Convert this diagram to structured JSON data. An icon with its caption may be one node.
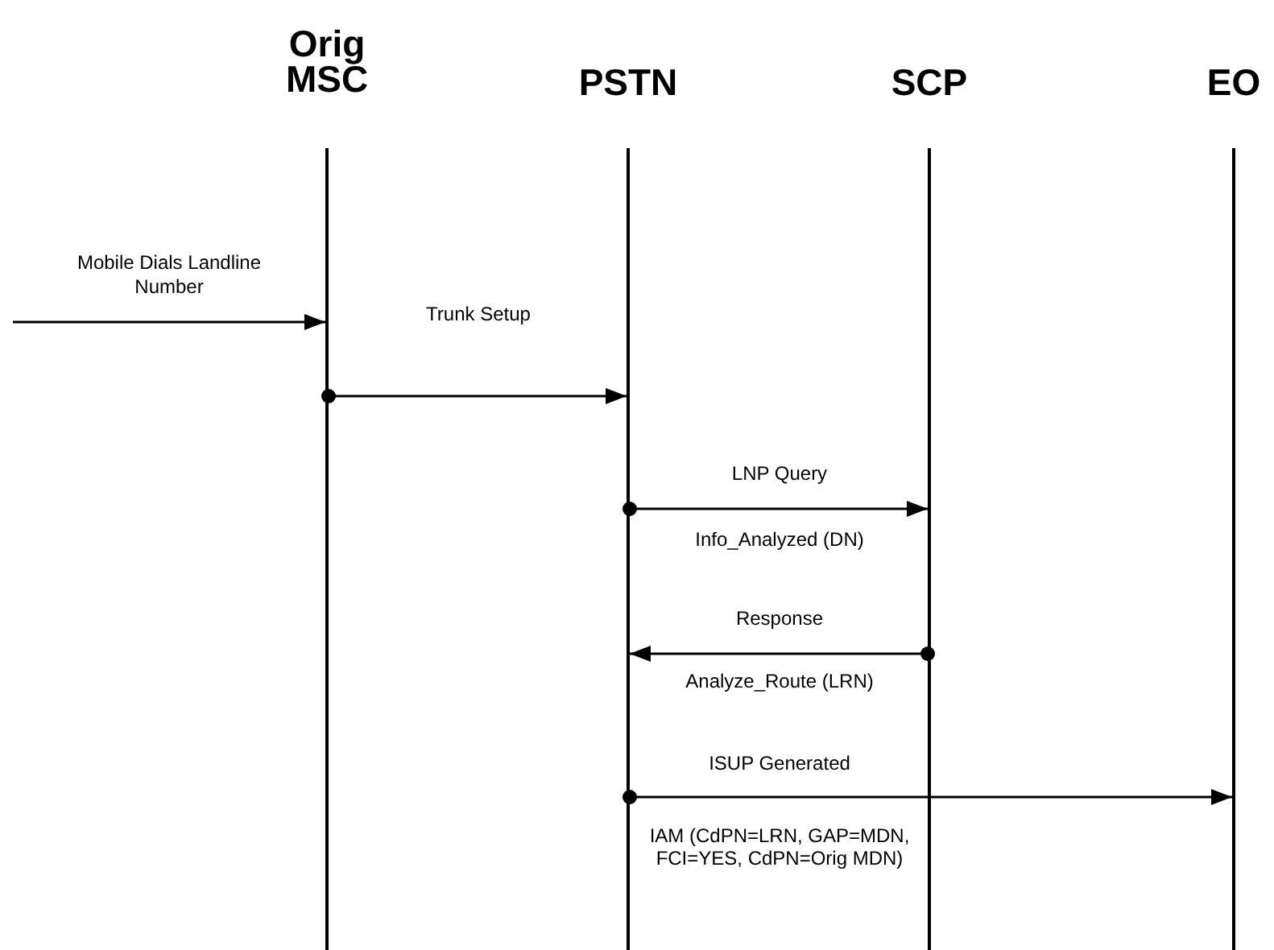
{
  "diagram": {
    "nodes": [
      {
        "text": [
          "Orig MSC"
        ]
      },
      {
        "text": [
          "PSTN"
        ]
      },
      {
        "text": [
          "SCP"
        ]
      },
      {
        "text": [
          "EO"
        ]
      },
      {
        "text": [],
        "shape": "line"
      },
      {
        "text": [],
        "shape": "line"
      },
      {
        "text": [],
        "shape": "line"
      },
      {
        "text": [],
        "shape": "line"
      }
    ],
    "edges": [
      {
        "from": null,
        "to": 4,
        "arrow": "to",
        "label": "Mobile Dials Landline Number"
      },
      {
        "from": 4,
        "to": 5,
        "arrow": "to",
        "label": "Trunk Setup"
      },
      {
        "from": 5,
        "to": 6,
        "arrow": "to",
        "label": "LNP Query"
      },
      {
        "from": 6,
        "to": 5,
        "arrow": "to",
        "label": "Response"
      },
      {
        "from": 5,
        "to": 7,
        "arrow": "to",
        "label": "ISUP Generated"
      }
    ],
    "labels": [
      "Info_Analyzed (DN)",
      "Analyze_Route (LRN)",
      "IAM (CdPN=LRN, GAP=MDN, FCI=YES, CdPN=Orig MDN)"
    ]
  }
}
